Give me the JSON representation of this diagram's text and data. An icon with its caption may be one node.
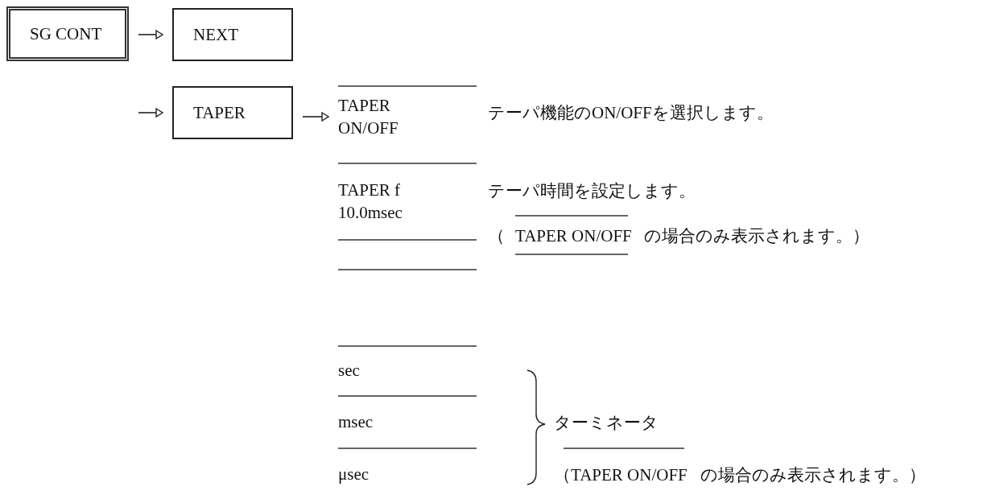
{
  "diagram": {
    "nodes": [
      {
        "text": [
          "SG CONT"
        ]
      },
      {
        "text": [
          "NEXT"
        ]
      },
      {
        "text": [
          "TAPER"
        ]
      },
      {
        "text": [
          "TAPER ON/OFF"
        ]
      }
    ],
    "edges": [
      {
        "from": 0,
        "to": 1,
        "arrow": "to"
      },
      {
        "from": null,
        "to": 2,
        "arrow": "to"
      },
      {
        "from": 2,
        "to": 3,
        "arrow": "to"
      }
    ],
    "labels": [
      "テーパ機能のON/OFFを選択します。",
      "TAPER f 10.0msec",
      "テーパ時間を設定します。",
      "（",
      "TAPER ON/OFF",
      "の場合のみ表示されます。）",
      "sec",
      "msec",
      "μsec",
      "ターミネータ",
      "（TAPER ON/OFF",
      "の場合のみ表示されます。）"
    ]
  }
}
